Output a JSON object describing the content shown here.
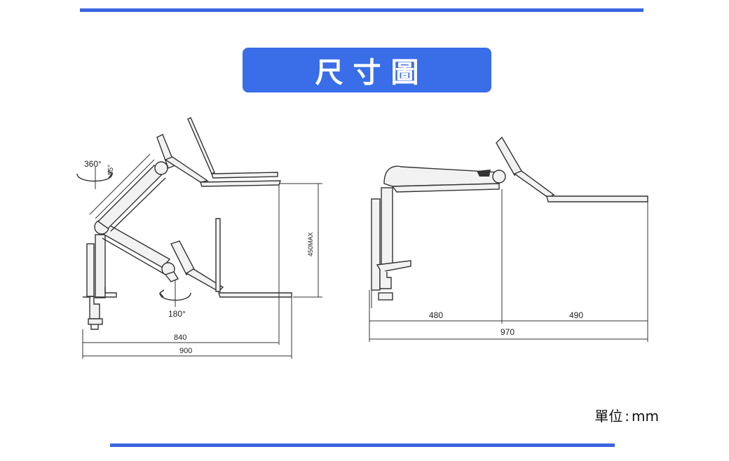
{
  "colors": {
    "accent": "#3a6ee8",
    "rule": "#3b64e0",
    "line": "#333333",
    "fill": "#f2f2f2"
  },
  "title": "尺寸圖",
  "left_view": {
    "rotation_top": "360°",
    "rotation_bottom": "180°",
    "arm_angle": "55°",
    "height_label": "450MAX",
    "dim_inner": "840",
    "dim_outer": "900"
  },
  "right_view": {
    "dim_left": "480",
    "dim_right": "490",
    "dim_total": "970"
  },
  "unit": {
    "label": "單位",
    "separator": ":",
    "value": "mm"
  }
}
